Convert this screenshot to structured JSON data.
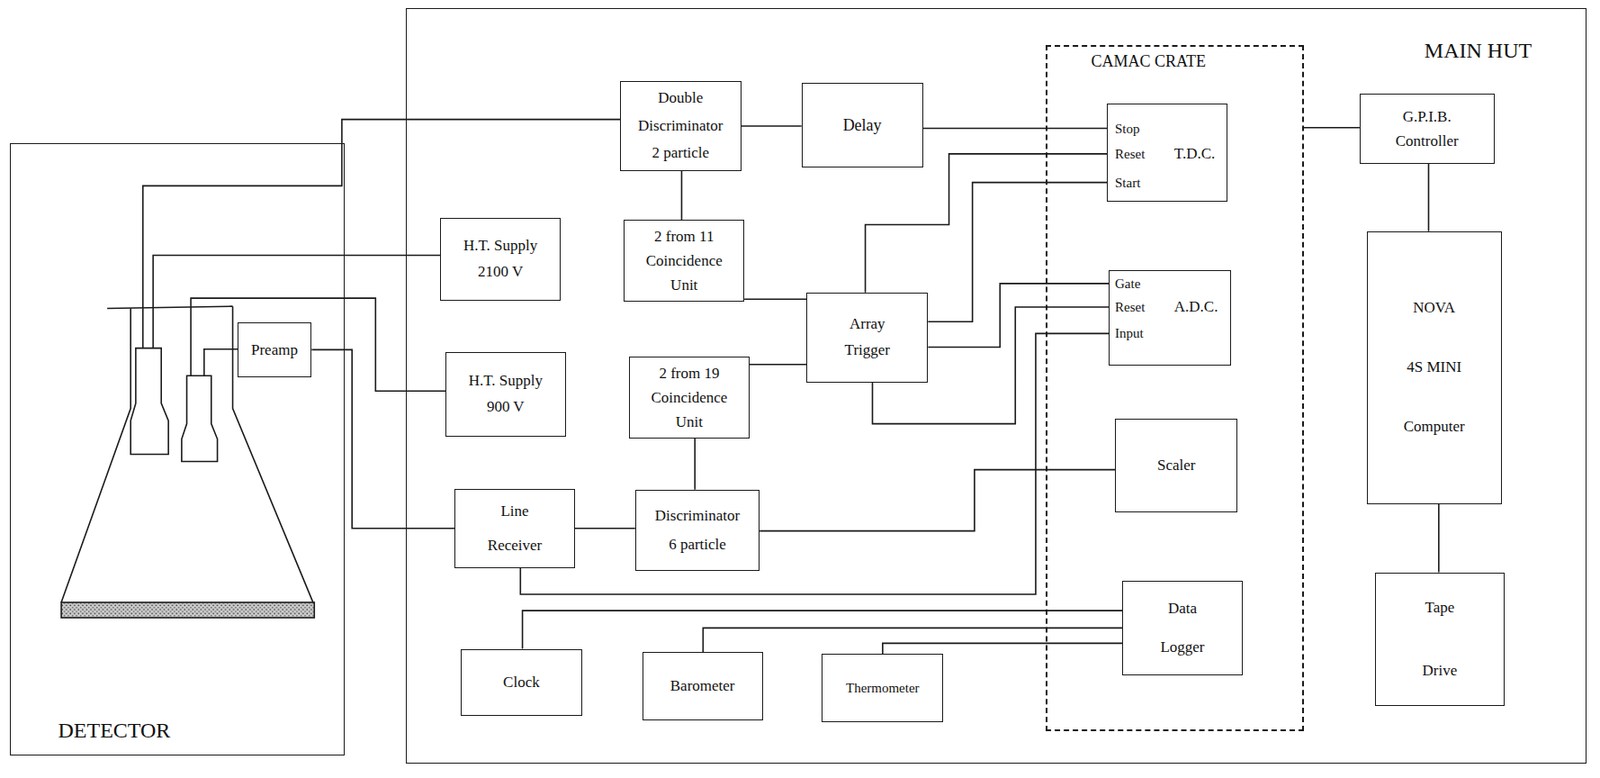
{
  "diagram": {
    "nodes": [
      {
        "text": [
          "DETECTOR"
        ]
      },
      {
        "text": [
          "MAIN HUT"
        ]
      },
      {
        "text": [
          "CAMAC CRATE"
        ],
        "in": 1
      },
      {
        "text": [
          "Preamp"
        ],
        "in": 0
      },
      {
        "text": [
          "Double Discriminator 2 particle"
        ],
        "in": 1
      },
      {
        "text": [
          "Delay"
        ],
        "in": 1
      },
      {
        "text": [
          "T.D.C.",
          "Stop",
          "Reset",
          "Start"
        ],
        "in": 2
      },
      {
        "text": [
          "H.T. Supply 2100 V"
        ],
        "in": 1
      },
      {
        "text": [
          "2 from 11 Coincidence Unit"
        ],
        "in": 1
      },
      {
        "text": [
          "Array Trigger"
        ],
        "in": 1
      },
      {
        "text": [
          "A.D.C.",
          "Gate",
          "Reset",
          "Input"
        ],
        "in": 2
      },
      {
        "text": [
          "G.P.I.B. Controller"
        ],
        "in": 1
      },
      {
        "text": [
          "NOVA 4S MINI Computer"
        ],
        "in": 1
      },
      {
        "text": [
          "H.T. Supply 900 V"
        ],
        "in": 1
      },
      {
        "text": [
          "2 from 19 Coincidence Unit"
        ],
        "in": 1
      },
      {
        "text": [
          "Line Receiver"
        ],
        "in": 1
      },
      {
        "text": [
          "Discriminator 6 particle"
        ],
        "in": 1
      },
      {
        "text": [
          "Scaler"
        ],
        "in": 2
      },
      {
        "text": [
          "Data Logger"
        ],
        "in": 2
      },
      {
        "text": [
          "Tape Drive"
        ],
        "in": 1
      },
      {
        "text": [
          "Clock"
        ],
        "in": 1
      },
      {
        "text": [
          "Barometer"
        ],
        "in": 1
      },
      {
        "text": [
          "Thermometer"
        ],
        "in": 1
      }
    ],
    "edges": [
      {
        "from": 3,
        "to": 15,
        "arrow": "none"
      },
      {
        "from": 4,
        "to": 5,
        "arrow": "none"
      },
      {
        "from": 5,
        "to": 6,
        "arrow": "none"
      },
      {
        "from": 4,
        "to": 8,
        "arrow": "none"
      },
      {
        "from": 8,
        "to": 9,
        "arrow": "none"
      },
      {
        "from": 14,
        "to": 9,
        "arrow": "none"
      },
      {
        "from": 16,
        "to": 14,
        "arrow": "none"
      },
      {
        "from": 15,
        "to": 16,
        "arrow": "none"
      },
      {
        "from": 16,
        "to": 17,
        "arrow": "none"
      },
      {
        "from": 15,
        "to": 10,
        "arrow": "none"
      },
      {
        "from": 9,
        "to": 6,
        "arrow": "none"
      },
      {
        "from": 9,
        "to": 6,
        "arrow": "none"
      },
      {
        "from": 9,
        "to": 10,
        "arrow": "none"
      },
      {
        "from": 9,
        "to": 10,
        "arrow": "none"
      },
      {
        "from": 20,
        "to": 18,
        "arrow": "none"
      },
      {
        "from": 21,
        "to": 18,
        "arrow": "none"
      },
      {
        "from": 22,
        "to": 18,
        "arrow": "none"
      },
      {
        "from": 2,
        "to": 11,
        "arrow": "none"
      },
      {
        "from": 11,
        "to": 12,
        "arrow": "none"
      },
      {
        "from": 12,
        "to": 19,
        "arrow": "none"
      }
    ]
  }
}
